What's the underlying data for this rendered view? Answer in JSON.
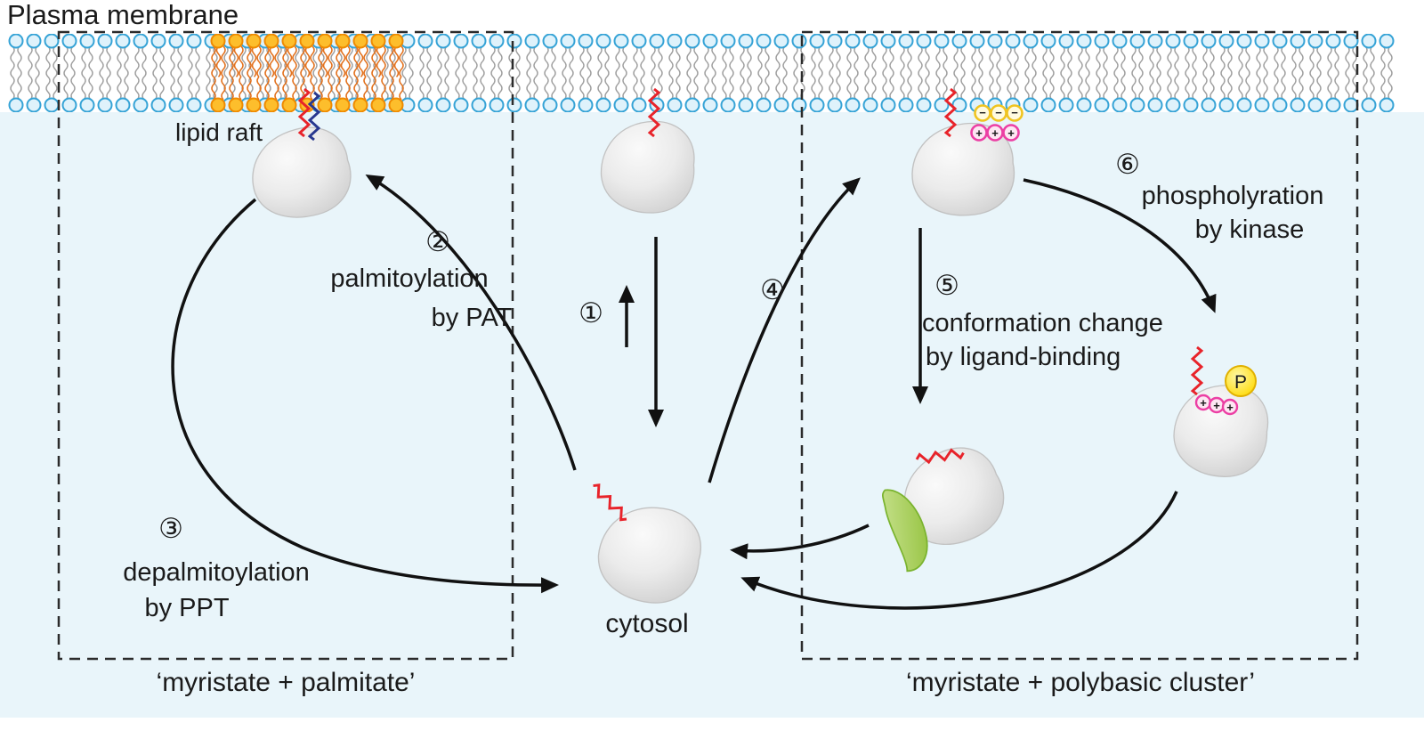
{
  "title": "Plasma membrane",
  "membrane": {
    "lipid_raft_label": "lipid raft"
  },
  "regions": {
    "left_label": "‘myristate + palmitate’",
    "right_label": "‘myristate + polybasic cluster’",
    "cytosol_label": "cytosol"
  },
  "steps": {
    "s1": {
      "num": "①"
    },
    "s2": {
      "num": "②",
      "line1": "palmitoylation",
      "line2": "by PAT"
    },
    "s3": {
      "num": "③",
      "line1": "depalmitoylation",
      "line2": "by PPT"
    },
    "s4": {
      "num": "④"
    },
    "s5": {
      "num": "⑤",
      "line1": "conformation change",
      "line2": "by ligand-binding"
    },
    "s6": {
      "num": "⑥",
      "line1": "phospholyration",
      "line2": "by kinase"
    }
  },
  "badges": {
    "phosphate": "P",
    "plus": "+",
    "minus": "−"
  },
  "colors": {
    "background": "#e9f5fa",
    "membrane_head": "#35a3d6",
    "membrane_head_fill": "#dff2fb",
    "membrane_tail": "#9f9f9f",
    "raft_head": "#ef8a00",
    "raft_head_fill": "#fdbe2c",
    "raft_tail": "#e2711d",
    "myristate": "#e8232a",
    "palmitate": "#28388f",
    "positive_charge": "#ec3fa4",
    "negative_charge": "#f0c420",
    "phosphate_fill": "#ffe100",
    "ligand_green": "#a3cc3e",
    "arrow": "#111111",
    "protein_gray": "#e4e4e4"
  }
}
